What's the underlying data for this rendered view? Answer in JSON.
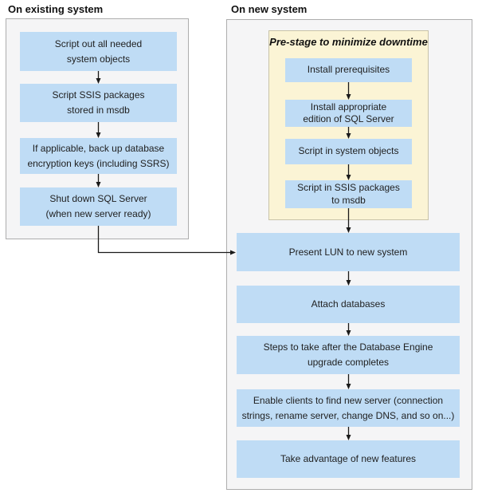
{
  "left_column": {
    "header": "On existing system",
    "steps": [
      {
        "label": "Script out all needed\nsystem objects"
      },
      {
        "label": "Script SSIS packages\nstored in msdb"
      },
      {
        "label": "If applicable, back up database\nencryption keys (including SSRS)"
      },
      {
        "label": "Shut down SQL Server\n(when new server ready)"
      }
    ]
  },
  "right_column": {
    "header": "On new system",
    "prestage": {
      "title": "Pre-stage to minimize downtime",
      "steps": [
        {
          "label": "Install prerequisites"
        },
        {
          "label": "Install appropriate\nedition of SQL Server"
        },
        {
          "label": "Script in system objects"
        },
        {
          "label": "Script in SSIS packages\nto msdb"
        }
      ]
    },
    "steps": [
      {
        "label": "Present LUN to new system"
      },
      {
        "label": "Attach databases"
      },
      {
        "label": "Steps to take after the Database Engine\nupgrade completes"
      },
      {
        "label": "Enable clients to find new server (connection\nstrings, rename server, change DNS, and so on...)"
      },
      {
        "label": "Take advantage of new features"
      }
    ]
  },
  "colors": {
    "step_box_fill": "#BFDCF5",
    "prestage_fill": "#FBF4D5",
    "prestage_border": "#C8C3A9",
    "container_fill": "#F5F5F6",
    "container_border": "#ADADAD",
    "arrow": "#1A1A1A",
    "text": "#1F1F1F"
  }
}
